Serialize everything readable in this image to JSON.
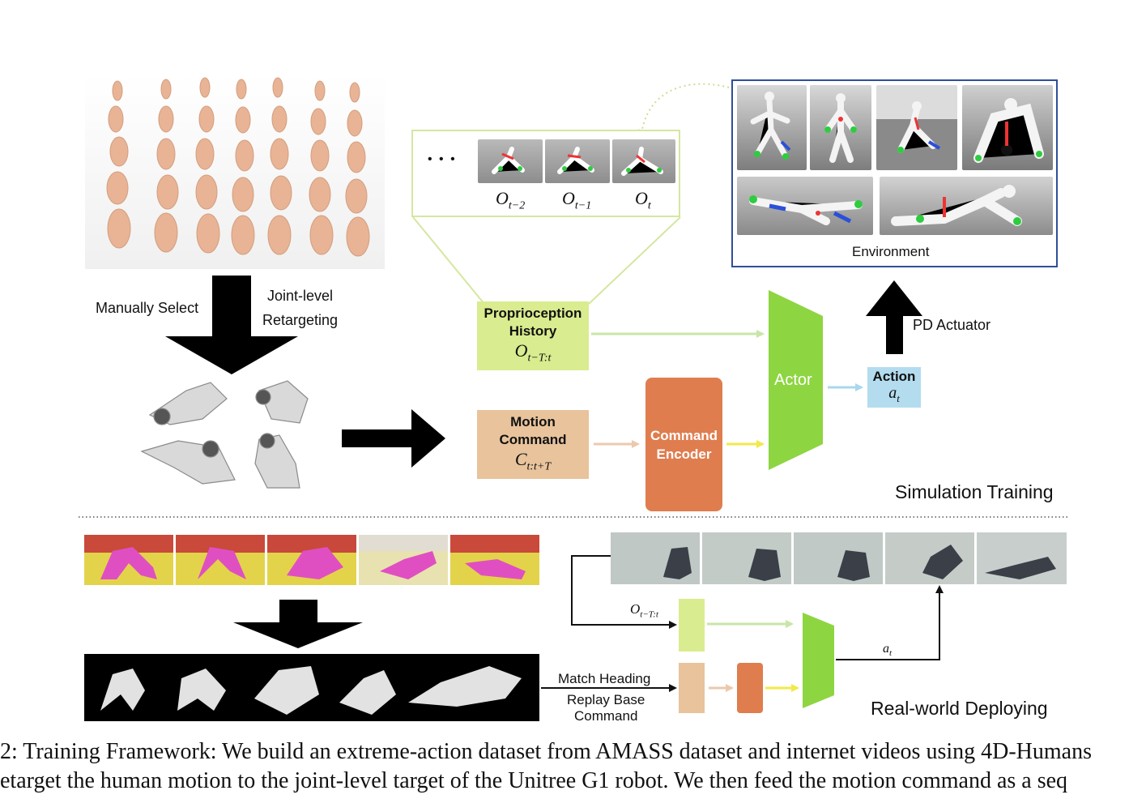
{
  "labels": {
    "manually_select": "Manually Select",
    "joint_level_line1": "Joint-level",
    "joint_level_line2": "Retargeting",
    "environment": "Environment",
    "pd_actuator": "PD Actuator",
    "proprio_line1": "Proprioception",
    "proprio_line2": "History",
    "proprio_math": "O",
    "proprio_sub": "t−T:t",
    "motion_line1": "Motion",
    "motion_line2": "Command",
    "motion_math": "C",
    "motion_sub": "t:t+T",
    "command_encoder_line1": "Command",
    "command_encoder_line2": "Encoder",
    "actor": "Actor",
    "action": "Action",
    "action_math": "a",
    "action_sub": "t",
    "ellipsis": "• • •",
    "obs_t2_main": "O",
    "obs_t2_sub": "t−2",
    "obs_t1_main": "O",
    "obs_t1_sub": "t−1",
    "obs_t_main": "O",
    "obs_t_sub": "t",
    "simulation_training": "Simulation Training",
    "real_world_deploying": "Real-world Deploying",
    "real_obs_main": "O",
    "real_obs_sub": "t−T:t",
    "real_action_main": "a",
    "real_action_sub": "t",
    "match_heading": "Match Heading",
    "replay_line1": "Replay Base",
    "replay_line2": "Command"
  },
  "caption": {
    "line1": "2: Training Framework: We build an extreme-action dataset from AMASS dataset and internet videos using 4D-Humans",
    "line2": "etarget the human motion to the joint-level target of the Unitree G1 robot. We then feed the motion command as a seq"
  },
  "colors": {
    "proprio_fill": "#d9ec8f",
    "motion_fill": "#e8c39c",
    "encoder_fill": "#df7d4e",
    "actor_fill": "#8ed542",
    "action_fill": "#b4dcef",
    "environment_border": "#2f4f9a",
    "history_border": "#d4e7a0",
    "arrow_green": "#c8e6a8",
    "arrow_peach": "#ecc9ad",
    "arrow_yellow": "#f2e94a",
    "arrow_blue": "#a9d8ec"
  }
}
